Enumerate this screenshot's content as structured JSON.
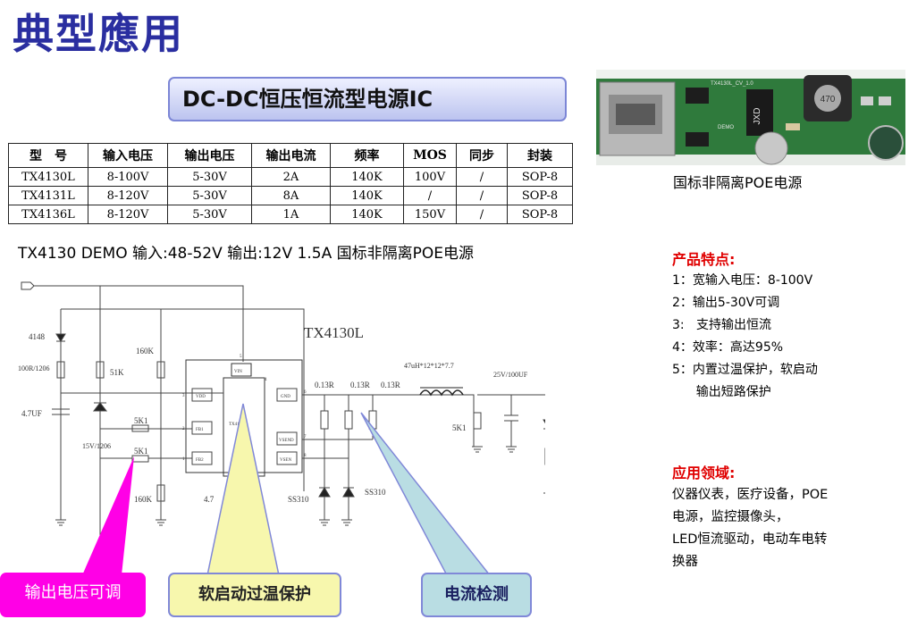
{
  "page": {
    "title": "典型應用",
    "subtitle": "DC-DC恒压恒流型电源IC"
  },
  "spec_table": {
    "headers": [
      "型　号",
      "输入电压",
      "输出电压",
      "输出电流",
      "频率",
      "MOS",
      "同步",
      "封装"
    ],
    "rows": [
      [
        "TX4130L",
        "8-100V",
        "5-30V",
        "2A",
        "140K",
        "100V",
        "/",
        "SOP-8"
      ],
      [
        "TX4131L",
        "8-120V",
        "5-30V",
        "8A",
        "140K",
        "/",
        "/",
        "SOP-8"
      ],
      [
        "TX4136L",
        "8-120V",
        "5-30V",
        "1A",
        "140K",
        "150V",
        "/",
        "SOP-8"
      ]
    ]
  },
  "demo_caption": "TX4130 DEMO 输入:48-52V  输出:12V 1.5A  国标非隔离POE电源",
  "photo": {
    "caption": "国标非隔离POE电源",
    "board_text": "TX4130L_CV_1.0",
    "demo_label": "DEMO",
    "inductor_label": "470",
    "chip_label": "JXD",
    "colors": {
      "pcb": "#2f7a3c",
      "connector": "#b8b8b8"
    }
  },
  "features": {
    "title": "产品特点:",
    "items": [
      "1：宽输入电压：8-100V",
      "2：输出5-30V可调",
      "3:   支持输出恒流",
      "4：效率：高达95%",
      "5：内置过温保护，软启动",
      "      输出短路保护"
    ]
  },
  "applications": {
    "title": "应用领域:",
    "lines": [
      "仪器仪表，医疗设备，POE",
      "电源，监控摄像头，",
      "LED恒流驱动，电动车电转",
      "换器"
    ]
  },
  "schematic": {
    "chip_name": "TX4130L",
    "chip_body_label": "TX4130L",
    "pins": {
      "vin": "VIN",
      "vdd": "VDD",
      "gnd": "GND",
      "fb1": "FB1",
      "fb2": "FB2",
      "vsend": "VSEND",
      "vsen": "VSEN"
    },
    "pin_numbers": {
      "p1": "1",
      "p2": "2",
      "p3": "3",
      "p4": "4",
      "p5": "5",
      "p6": "6",
      "p7": "7",
      "p8": "8"
    },
    "labels": {
      "d4148": "4148",
      "r100": "100R/1206",
      "c47": "4.7UF",
      "r51k": "51K",
      "r160k_top": "160K",
      "r5k1_a": "5K1",
      "r15v": "15V/1206",
      "r5k1_b": "5K1",
      "r160k_bot": "160K",
      "c_bot": "4.7",
      "r013_1": "0.13R",
      "r013_2": "0.13R",
      "r013_3": "0.13R",
      "inductor": "47uH*12*12*7.7",
      "cap_out": "25V/100UF",
      "r5k1_out": "5K1",
      "ss310_a": "SS310",
      "ss310_b": "SS310"
    }
  },
  "callouts": {
    "output": "输出电压可调",
    "softstart": "软启动过温保护",
    "current": "电流检测"
  },
  "colors": {
    "title": "#2a2ea0",
    "accent_red": "#e00000",
    "callout_magenta": "#ff00e6",
    "callout_yellow": "#f7f7ad",
    "callout_cyan": "#b9dde3"
  }
}
